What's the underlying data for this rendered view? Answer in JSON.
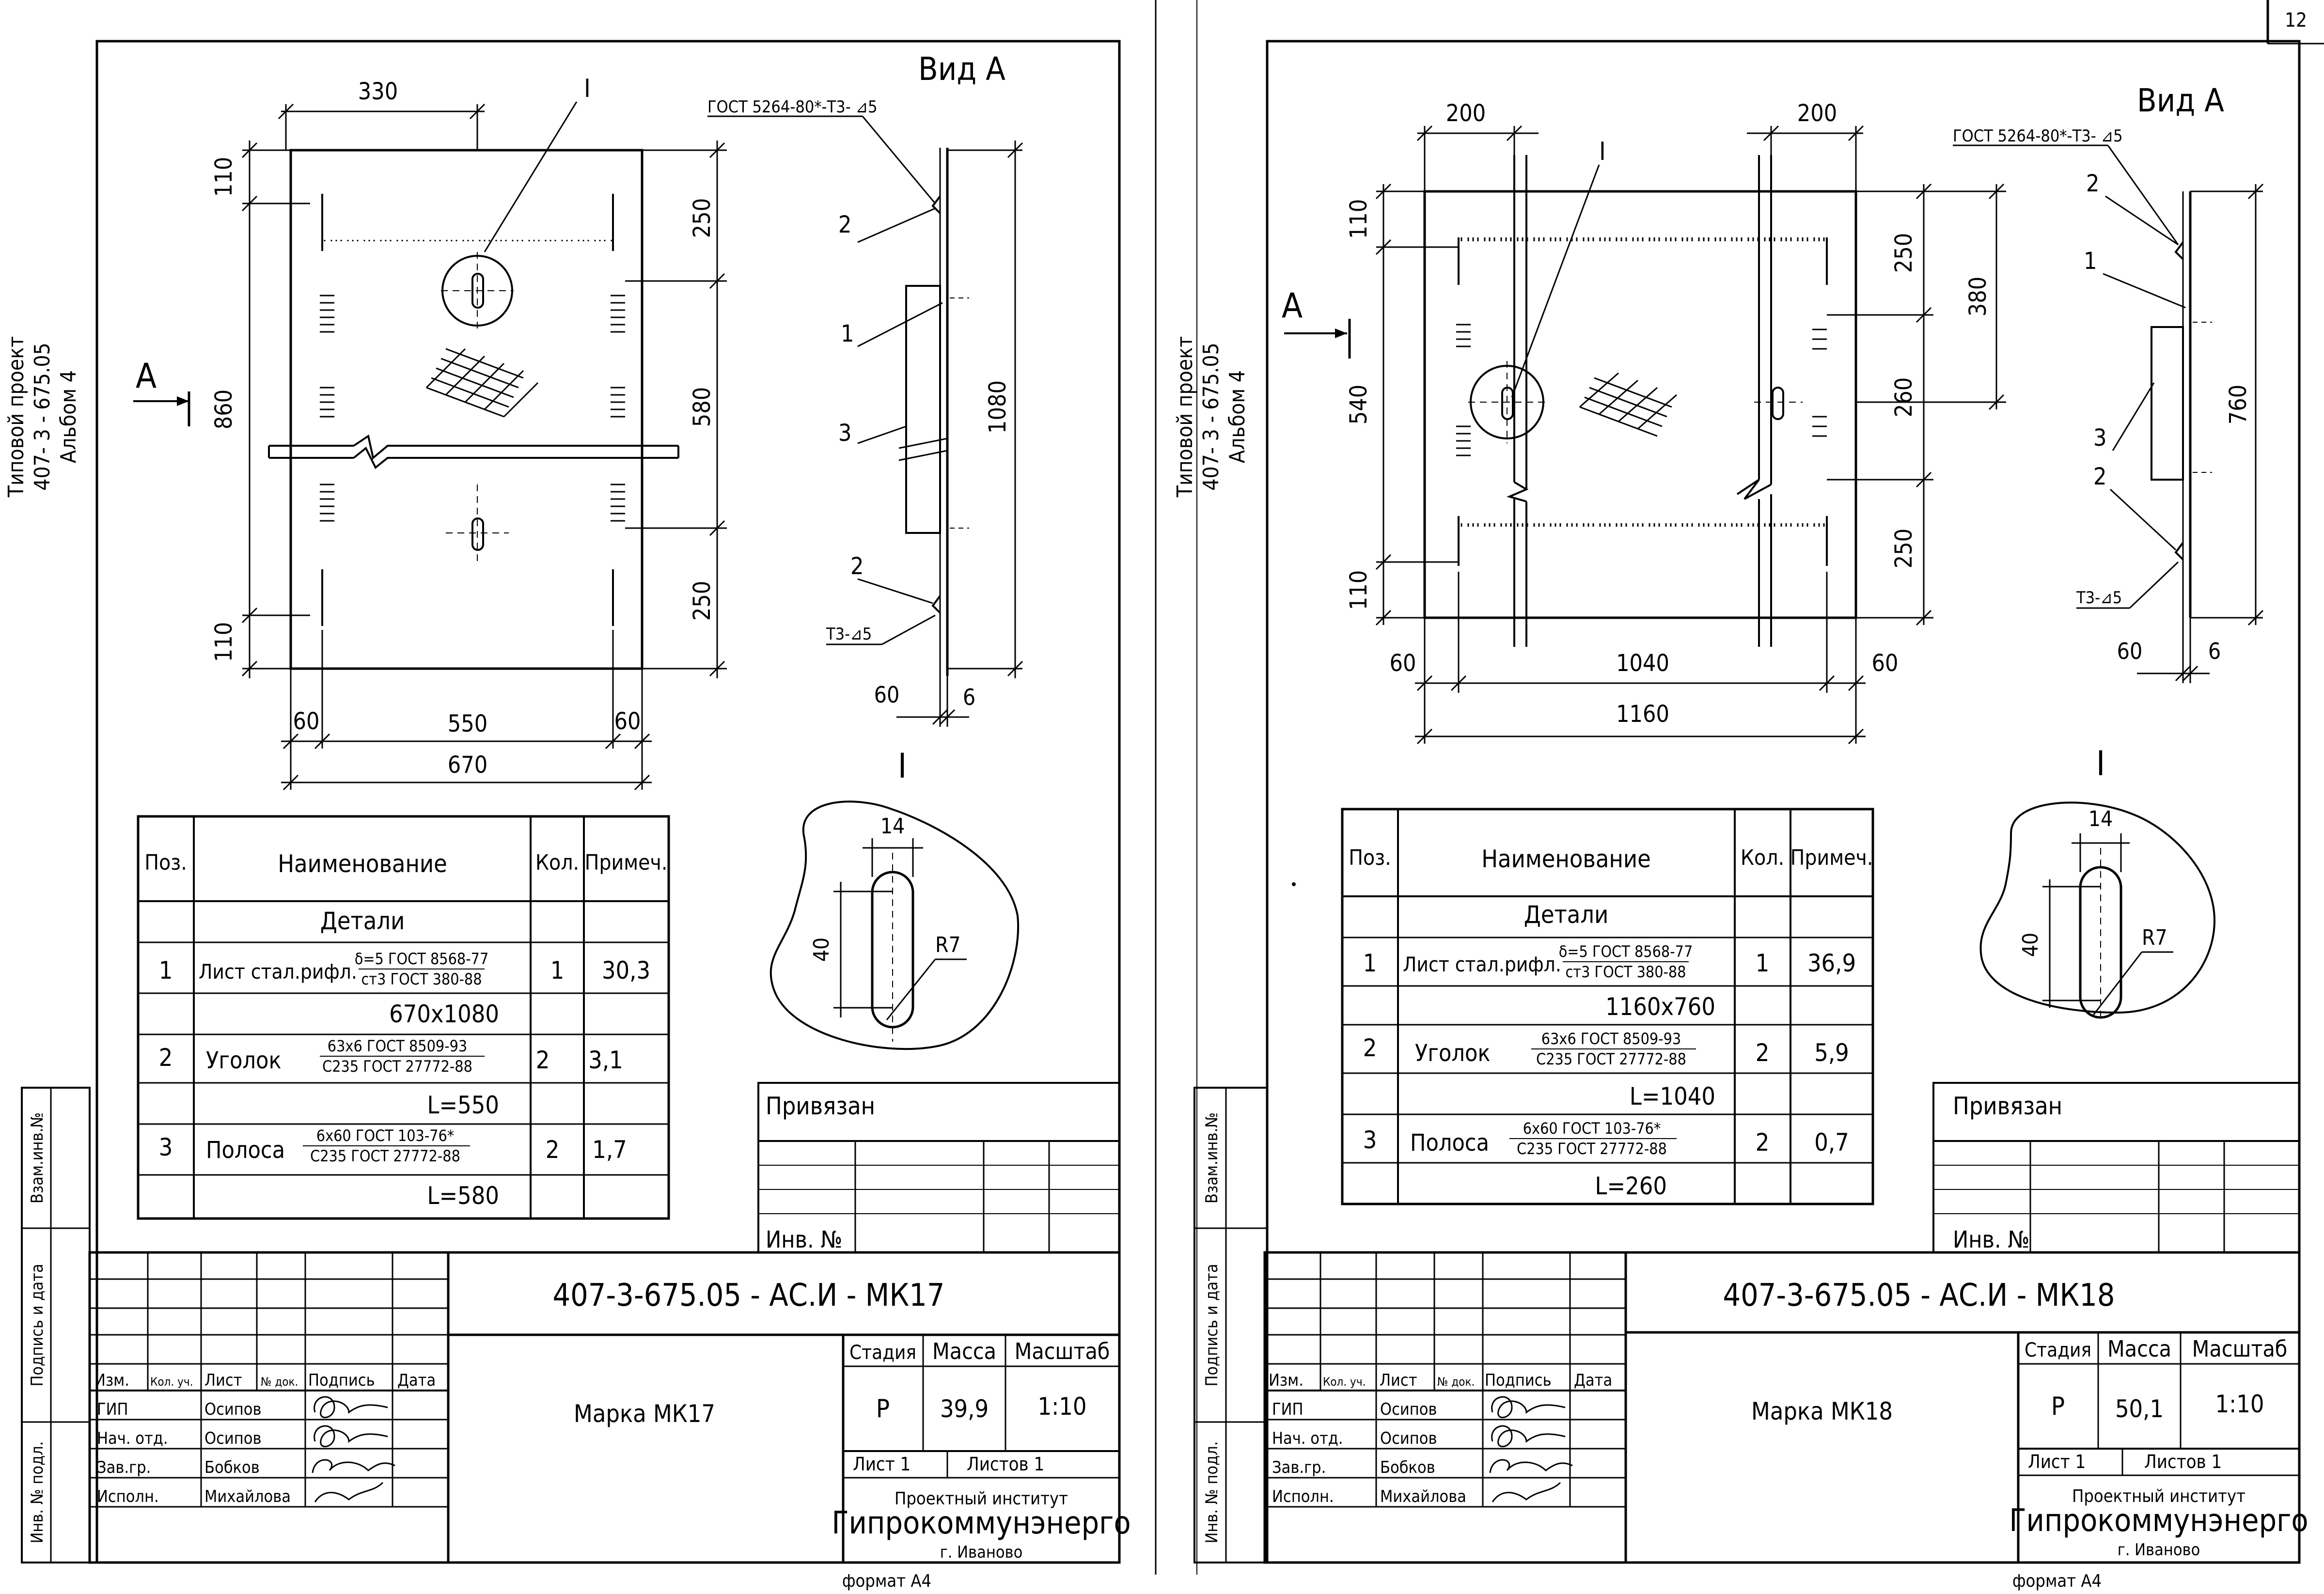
{
  "page_number": "12",
  "format_label": "формат А4",
  "side_stamp": {
    "project_line1": "Типовой проект",
    "project_line2": "407- 3 - 675.05",
    "project_line3": "Альбом 4",
    "vzam": "Взам.инв.№",
    "podpis": "Подпись и дата",
    "inv": "Инв. № подл."
  },
  "common": {
    "view_label": "Вид А",
    "arrow_label": "А",
    "detail_label": "I",
    "weld_top": "ГОСТ 5264-80*-Т3- ⊿5",
    "weld_bottom": "Т3-⊿5",
    "pos_1": "1",
    "pos_2": "2",
    "pos_3": "3",
    "slot_width": "14",
    "slot_length": "40",
    "slot_radius": "R7"
  },
  "table_headers": {
    "pos": "Поз.",
    "name": "Наименование",
    "qty": "Кол.",
    "note": "Примеч.",
    "section": "Детали"
  },
  "privyazan": {
    "title": "Привязан",
    "inv": "Инв. №"
  },
  "title_block": {
    "izm": "Изм.",
    "kol": "Кол. уч.",
    "list": "Лист",
    "ndok": "№ док.",
    "podpis": "Подпись",
    "data": "Дата",
    "roles": [
      "ГИП",
      "Нач. отд.",
      "Зав.гр.",
      "Исполн."
    ],
    "names": [
      "Осипов",
      "Осипов",
      "Бобков",
      "Михайлова"
    ],
    "stadia": "Стадия",
    "massa": "Масса",
    "masshtab": "Масштаб",
    "stage_value": "Р",
    "scale_value": "1:10",
    "sheet": "Лист  1",
    "sheets": "Листов  1",
    "inst1": "Проектный институт",
    "inst2": "Гипрокоммунэнерго",
    "inst3": "г. Иваново"
  },
  "sheets": [
    {
      "code": "407-3-675.05 -  АС.И - МК17",
      "mark": "Марка МК17",
      "mass": "39,9",
      "dims": {
        "d330": "330",
        "d110a": "110",
        "d860": "860",
        "d110b": "110",
        "d250a": "250",
        "d580": "580",
        "d250b": "250",
        "d60a": "60",
        "d550": "550",
        "d60b": "60",
        "d670": "670",
        "d1080": "1080",
        "s60": "60",
        "s6": "6"
      },
      "rows": [
        {
          "pos": "1",
          "name": "Лист стал.рифл.",
          "std1": "δ=5 ГОСТ 8568-77",
          "std2": "ст3 ГОСТ 380-88",
          "qty": "1",
          "note": "30,3",
          "size": "670х1080"
        },
        {
          "pos": "2",
          "name": "Уголок",
          "std1": "63х6 ГОСТ 8509-93",
          "std2": "С235 ГОСТ 27772-88",
          "qty": "2",
          "note": "3,1",
          "size": "L=550"
        },
        {
          "pos": "3",
          "name": "Полоса",
          "std1": "6х60 ГОСТ 103-76*",
          "std2": "С235 ГОСТ 27772-88",
          "qty": "2",
          "note": "1,7",
          "size": "L=580"
        }
      ]
    },
    {
      "code": "407-3-675.05 -  АС.И - МК18",
      "mark": "Марка МК18",
      "mass": "50,1",
      "dims": {
        "d200a": "200",
        "d200b": "200",
        "d110a": "110",
        "d540": "540",
        "d110b": "110",
        "d250a": "250",
        "d260": "260",
        "d250b": "250",
        "d380": "380",
        "d60a": "60",
        "d1040": "1040",
        "d60b": "60",
        "d1160": "1160",
        "d760": "760",
        "s60": "60",
        "s6": "6"
      },
      "rows": [
        {
          "pos": "1",
          "name": "Лист стал.рифл.",
          "std1": "δ=5 ГОСТ 8568-77",
          "std2": "ст3 ГОСТ 380-88",
          "qty": "1",
          "note": "36,9",
          "size": "1160х760"
        },
        {
          "pos": "2",
          "name": "Уголок",
          "std1": "63х6 ГОСТ 8509-93",
          "std2": "С235 ГОСТ 27772-88",
          "qty": "2",
          "note": "5,9",
          "size": "L=1040"
        },
        {
          "pos": "3",
          "name": "Полоса",
          "std1": "6х60 ГОСТ 103-76*",
          "std2": "С235 ГОСТ 27772-88",
          "qty": "2",
          "note": "0,7",
          "size": "L=260"
        }
      ]
    }
  ]
}
